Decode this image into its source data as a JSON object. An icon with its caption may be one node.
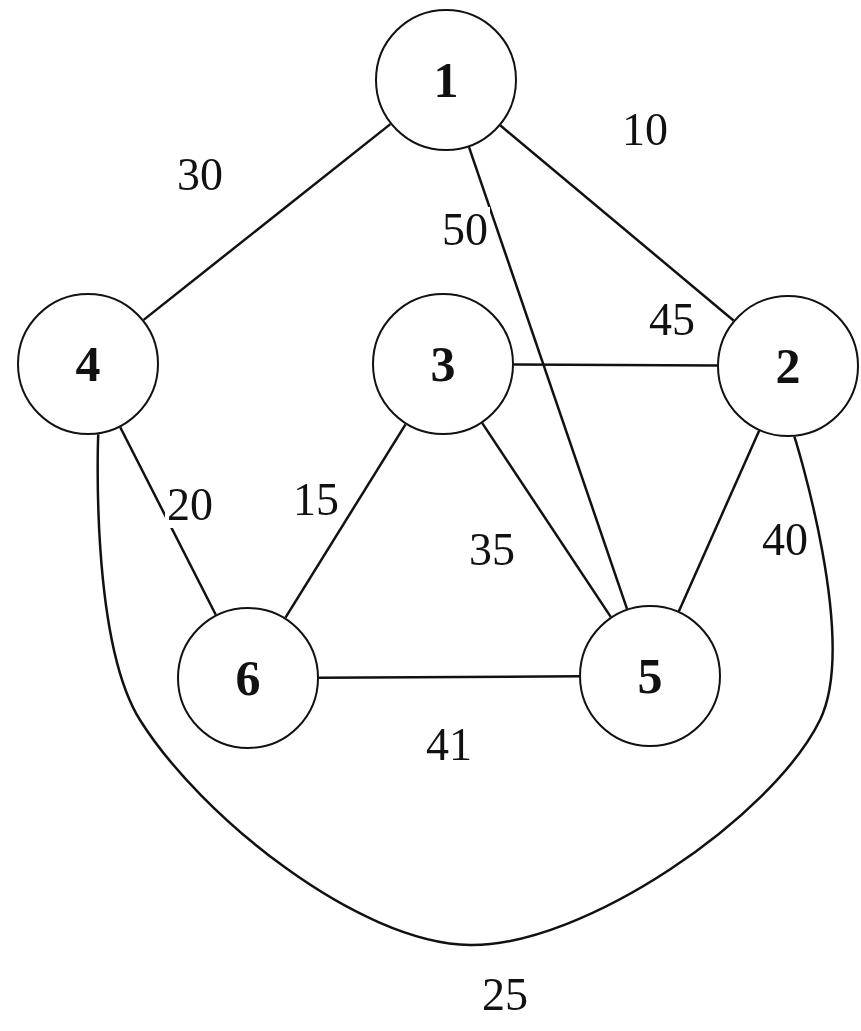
{
  "diagram": {
    "nodes": [
      {
        "text": [
          "1"
        ]
      },
      {
        "text": [
          "2"
        ]
      },
      {
        "text": [
          "3"
        ]
      },
      {
        "text": [
          "4"
        ]
      },
      {
        "text": [
          "5"
        ]
      },
      {
        "text": [
          "6"
        ]
      }
    ],
    "edges": [
      {
        "from": 0,
        "to": 3,
        "arrow": "none",
        "label": "30"
      },
      {
        "from": 0,
        "to": 1,
        "arrow": "none",
        "label": "10"
      },
      {
        "from": 0,
        "to": 4,
        "arrow": "none",
        "label": "50"
      },
      {
        "from": 2,
        "to": 1,
        "arrow": "none",
        "label": "45"
      },
      {
        "from": 3,
        "to": 5,
        "arrow": "none",
        "label": "20"
      },
      {
        "from": 2,
        "to": 5,
        "arrow": "none",
        "label": "15"
      },
      {
        "from": 2,
        "to": 4,
        "arrow": "none",
        "label": "35"
      },
      {
        "from": 1,
        "to": 4,
        "arrow": "none",
        "label": "40"
      },
      {
        "from": 5,
        "to": 4,
        "arrow": "none",
        "label": "41"
      },
      {
        "from": 3,
        "to": 1,
        "arrow": "none",
        "label": "25"
      }
    ]
  }
}
